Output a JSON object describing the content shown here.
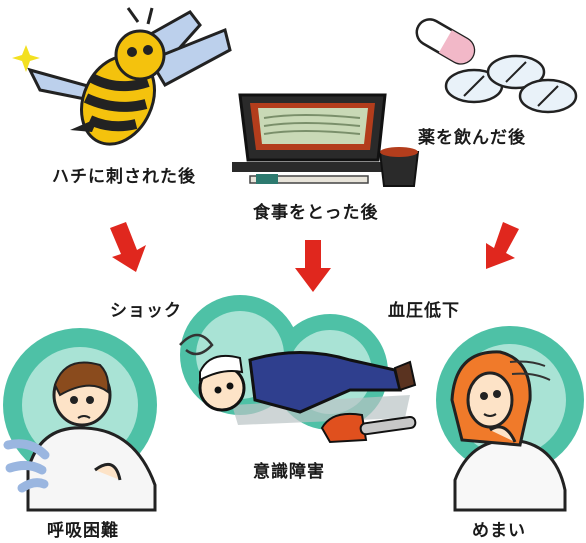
{
  "causes": {
    "bee_sting": "ハチに刺された後",
    "meal": "食事をとった後",
    "medicine": "薬を飲んだ後"
  },
  "mid_labels": {
    "shock": "ショック",
    "low_bp": "血圧低下"
  },
  "symptoms": {
    "breathing": "呼吸困難",
    "consciousness": "意識障害",
    "dizziness": "めまい"
  },
  "colors": {
    "arrow": "#e0271e",
    "circle_outer": "#4ec1a6",
    "circle_inner": "#a9e3d5"
  },
  "icons": [
    "bee-icon",
    "soba-tray-icon",
    "pills-icon",
    "down-arrow-icon",
    "collapsed-worker-icon",
    "chainsaw-icon",
    "breathless-man-icon",
    "dizzy-woman-icon"
  ]
}
